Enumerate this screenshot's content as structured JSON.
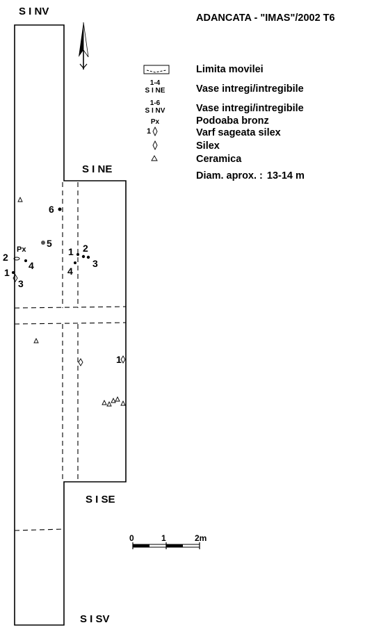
{
  "title": "ADANCATA - \"IMAS\"/2002 T6",
  "corners": {
    "nv": "S I NV",
    "ne": "S I NE",
    "se": "S I SE",
    "sv": "S I SV"
  },
  "legend": [
    {
      "symbol": "",
      "icon": "dashed-box-icon",
      "label": "Limita movilei"
    },
    {
      "symbol": "1-4\nS I NE",
      "icon": "",
      "label": "Vase intregi/intregibile"
    },
    {
      "symbol": "1-6\nS I NV",
      "icon": "",
      "label": "Vase intregi/intregibile"
    },
    {
      "symbol": "Px",
      "icon": "",
      "label": "Podoaba bronz"
    },
    {
      "symbol": "1",
      "icon": "diamond-icon",
      "label": "Varf sageata silex"
    },
    {
      "symbol": "",
      "icon": "diamond-icon",
      "label": "Silex"
    },
    {
      "symbol": "",
      "icon": "triangle-icon",
      "label": "Ceramica"
    }
  ],
  "diameter": {
    "label": "Diam. aprox. :",
    "value": "13-14 m"
  },
  "scale": {
    "ticks": [
      "0",
      "1",
      "2m"
    ]
  },
  "finds": {
    "nv": [
      "1",
      "2",
      "3",
      "4",
      "5",
      "6"
    ],
    "px": "Px",
    "ne": [
      "1",
      "2",
      "3",
      "4"
    ],
    "arrow": "1"
  },
  "north_arrow": {
    "icon": "north-arrow-icon"
  }
}
